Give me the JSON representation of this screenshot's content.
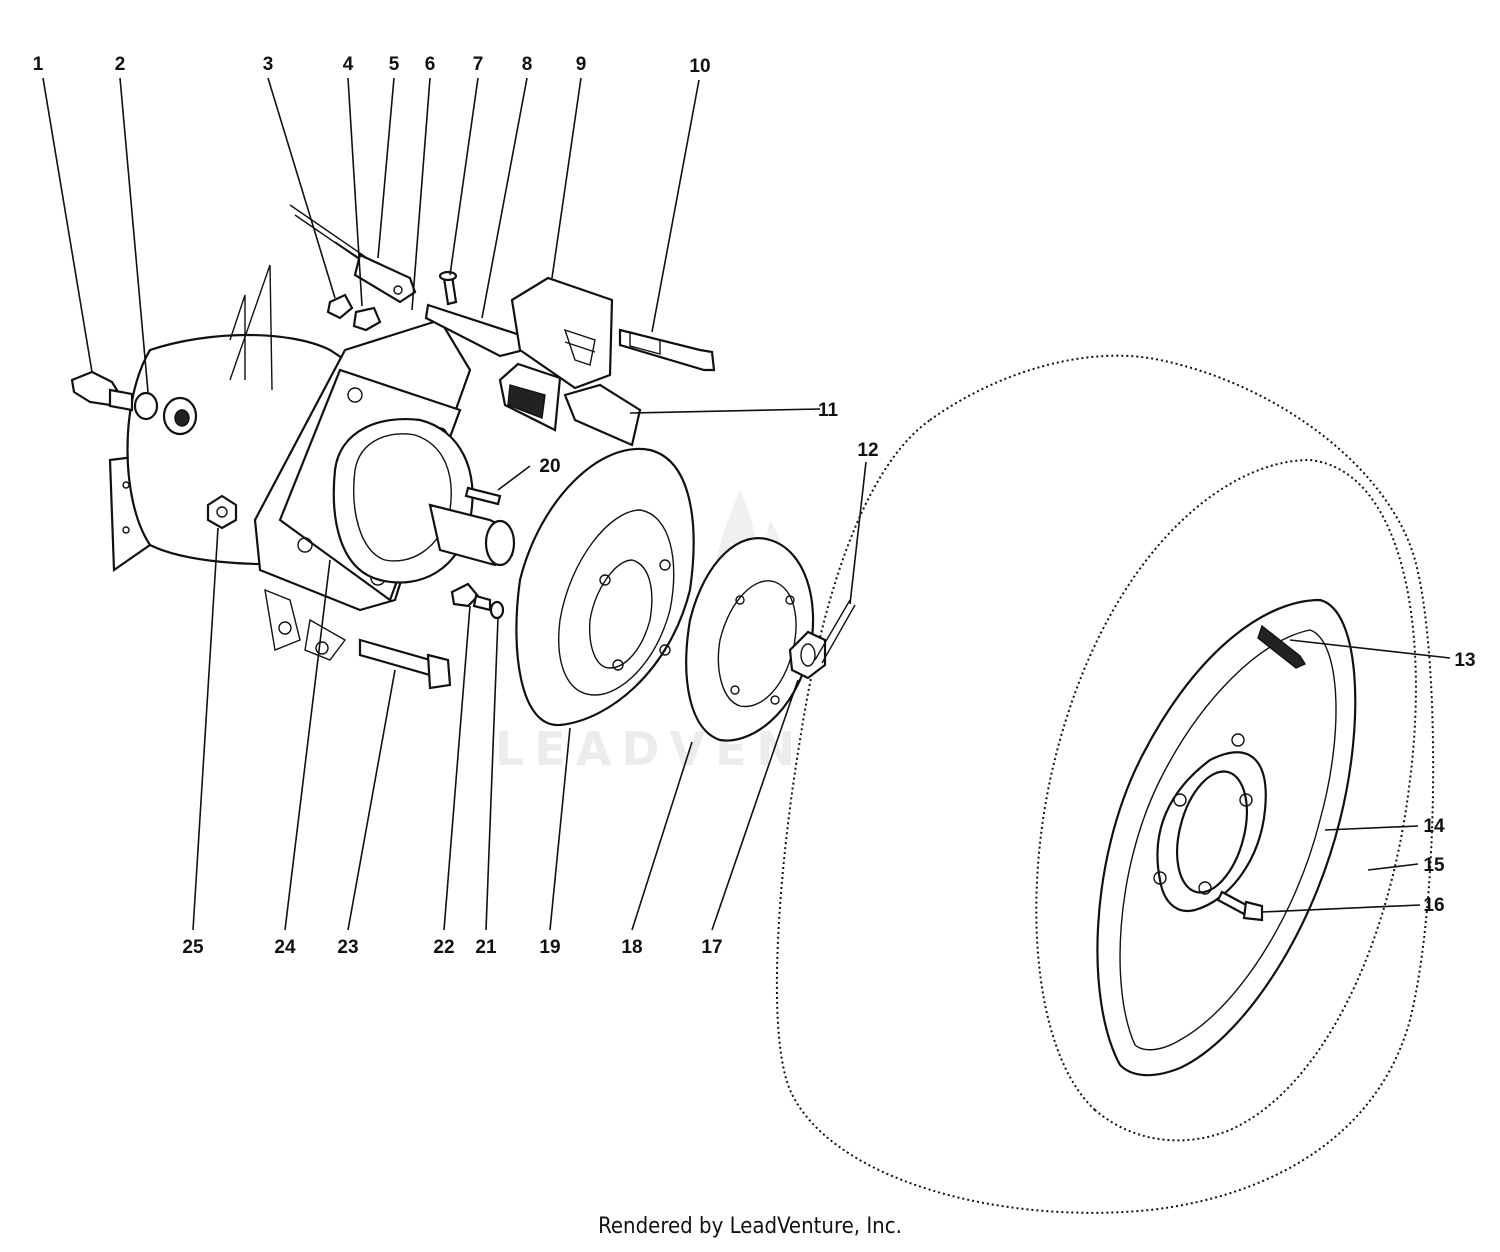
{
  "callouts": [
    {
      "id": "1",
      "label": "1"
    },
    {
      "id": "2",
      "label": "2"
    },
    {
      "id": "3",
      "label": "3"
    },
    {
      "id": "4",
      "label": "4"
    },
    {
      "id": "5",
      "label": "5"
    },
    {
      "id": "6",
      "label": "6"
    },
    {
      "id": "7",
      "label": "7"
    },
    {
      "id": "8",
      "label": "8"
    },
    {
      "id": "9",
      "label": "9"
    },
    {
      "id": "10",
      "label": "10"
    },
    {
      "id": "11",
      "label": "11"
    },
    {
      "id": "12",
      "label": "12"
    },
    {
      "id": "13",
      "label": "13"
    },
    {
      "id": "14",
      "label": "14"
    },
    {
      "id": "15",
      "label": "15"
    },
    {
      "id": "16",
      "label": "16"
    },
    {
      "id": "17",
      "label": "17"
    },
    {
      "id": "18",
      "label": "18"
    },
    {
      "id": "19",
      "label": "19"
    },
    {
      "id": "20",
      "label": "20"
    },
    {
      "id": "21",
      "label": "21"
    },
    {
      "id": "22",
      "label": "22"
    },
    {
      "id": "23",
      "label": "23"
    },
    {
      "id": "24",
      "label": "24"
    },
    {
      "id": "25",
      "label": "25"
    }
  ],
  "watermark": "LEADVENTURE",
  "credit": "Rendered by LeadVenture, Inc."
}
